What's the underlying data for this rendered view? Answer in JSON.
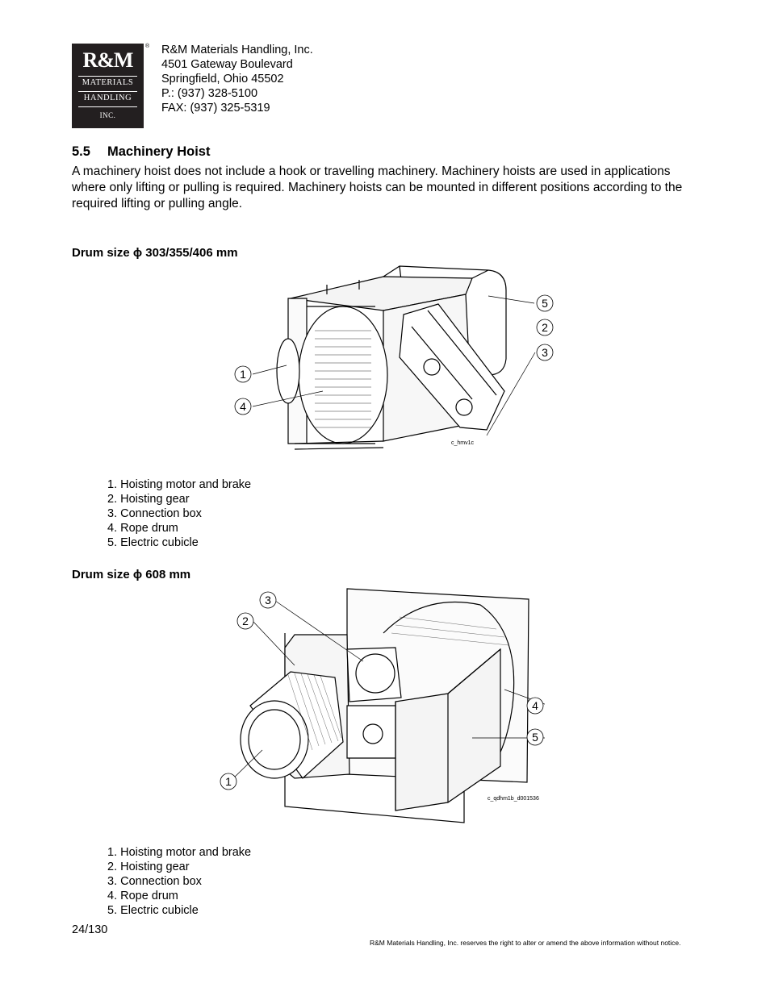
{
  "logo": {
    "line1": "R&M",
    "line2": "MATERIALS",
    "line3": "HANDLING",
    "line4": "INC.",
    "registered": "®"
  },
  "company": {
    "name": "R&M Materials Handling, Inc.",
    "street": "4501 Gateway Boulevard",
    "city": "Springfield, Ohio 45502",
    "phone": "P.: (937) 328-5100",
    "fax": "FAX: (937) 325-5319"
  },
  "section": {
    "number": "5.5",
    "title": "Machinery Hoist",
    "paragraph": "A machinery hoist does not include a hook or travelling machinery. Machinery hoists are used in applications where only lifting or pulling is required. Machinery hoists can be mounted in different positions according to the required lifting or pulling angle."
  },
  "figure1": {
    "heading": "Drum size ϕ 303/355/406 mm",
    "code": "c_hmv1c",
    "callouts": [
      "1",
      "2",
      "3",
      "4",
      "5"
    ],
    "legend": [
      "1. Hoisting motor and brake",
      "2. Hoisting gear",
      "3. Connection box",
      "4. Rope drum",
      "5. Electric cubicle"
    ]
  },
  "figure2": {
    "heading": "Drum size ϕ 608 mm",
    "code": "c_qdhm1b_d001536",
    "callouts": [
      "1",
      "2",
      "3",
      "4",
      "5"
    ],
    "legend": [
      "1. Hoisting motor and brake",
      "2. Hoisting gear",
      "3. Connection box",
      "4. Rope drum",
      "5. Electric cubicle"
    ]
  },
  "footer": {
    "page": "24/130",
    "notice": "R&M Materials Handling, Inc. reserves the right to alter or amend the above information without notice."
  }
}
